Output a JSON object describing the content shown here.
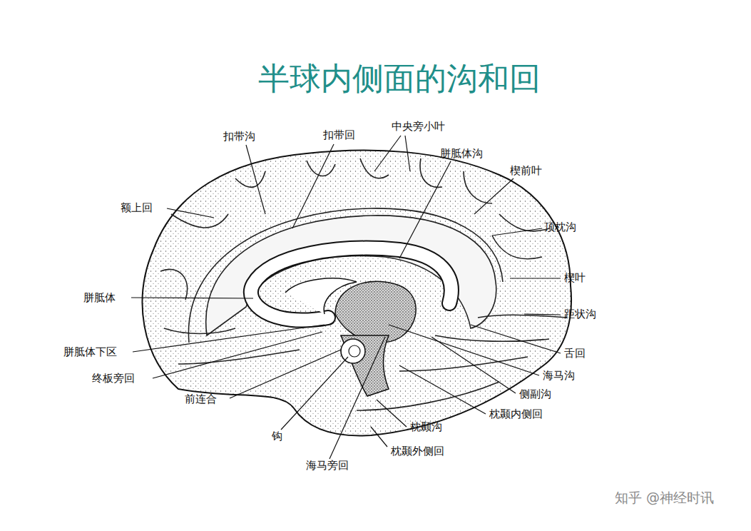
{
  "diagram": {
    "title": "半球内侧面的沟和回",
    "labels": [
      "扣带沟",
      "扣带回",
      "中央旁小叶",
      "胼胝体沟",
      "楔前叶",
      "额上回",
      "顶枕沟",
      "楔叶",
      "胼胝体",
      "距状沟",
      "舌回",
      "胼胝体下区",
      "海马沟",
      "终板旁回",
      "侧副沟",
      "前连合",
      "枕颞内侧回",
      "枕颞沟",
      "钩",
      "枕颞外侧回",
      "海马旁回",
      "知乎 @神经时讯"
    ]
  }
}
